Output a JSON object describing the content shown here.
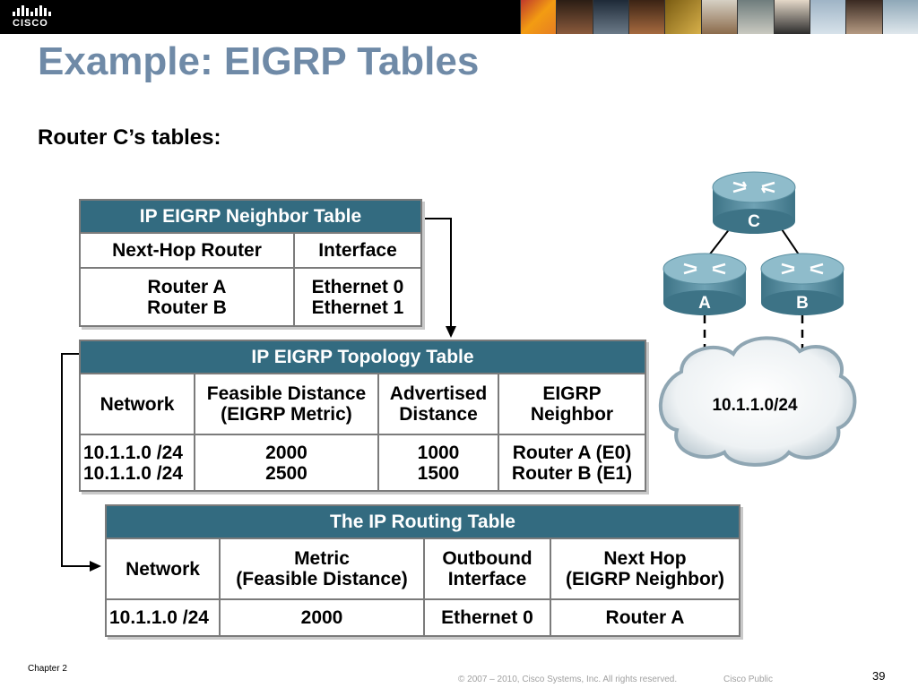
{
  "slide": {
    "title": "Example: EIGRP Tables",
    "subtitle": "Router C’s tables:",
    "logo_text": "CISCO"
  },
  "neighbor_table": {
    "title": "IP EIGRP Neighbor Table",
    "headers": [
      "Next-Hop Router",
      "Interface"
    ],
    "routers": [
      "Router A",
      "Router B"
    ],
    "interfaces": [
      "Ethernet 0",
      "Ethernet 1"
    ]
  },
  "topology_table": {
    "title": "IP EIGRP Topology Table",
    "headers": [
      "Network",
      "Feasible Distance\n(EIGRP Metric)",
      "Advertised\nDistance",
      "EIGRP\nNeighbor"
    ],
    "networks": [
      "10.1.1.0 /24",
      "10.1.1.0 /24"
    ],
    "feasible_distances": [
      "2000",
      "2500"
    ],
    "advertised_distances": [
      "1000",
      "1500"
    ],
    "neighbors": [
      "Router A (E0)",
      "Router B (E1)"
    ]
  },
  "routing_table": {
    "title": "The IP Routing Table",
    "headers": [
      "Network",
      "Metric\n(Feasible Distance)",
      "Outbound\nInterface",
      "Next Hop\n(EIGRP Neighbor)"
    ],
    "row": [
      "10.1.1.0 /24",
      "2000",
      "Ethernet 0",
      "Router A"
    ]
  },
  "diagram": {
    "router_labels": [
      "C",
      "A",
      "B"
    ],
    "network_label": "10.1.1.0/24",
    "router_color": "#4f8fa3",
    "cloud_color": "#8fa6b3"
  },
  "footer": {
    "chapter": "Chapter 2",
    "copyright": "© 2007 – 2010, Cisco Systems, Inc. All rights reserved.",
    "classification": "Cisco Public",
    "page_number": "39"
  },
  "colors": {
    "title": "#6f8aa7",
    "table_header": "#336b80",
    "border": "#7b7b7b"
  }
}
